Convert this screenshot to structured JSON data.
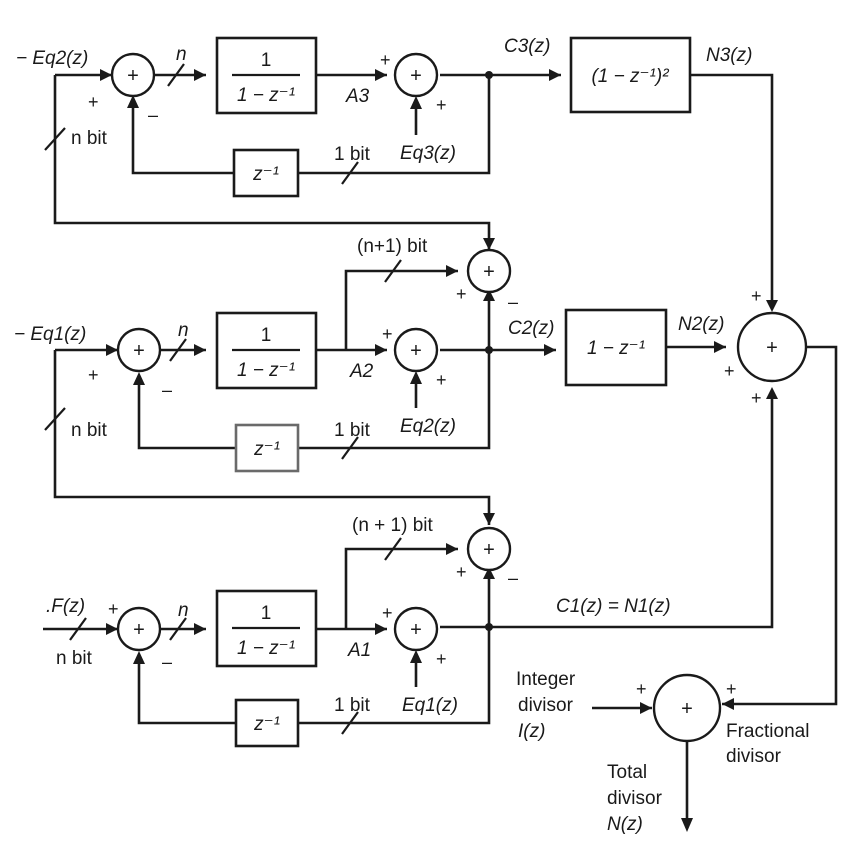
{
  "blocks": {
    "integrator": {
      "numerator": "1",
      "denominator": "1 − z⁻¹"
    },
    "delay": "z⁻¹",
    "diff1": "1 − z⁻¹",
    "diff2": "(1 − z⁻¹)²"
  },
  "summer_symbol": "+",
  "signs": {
    "plus": "+",
    "minus": "–"
  },
  "stage3": {
    "input": "− Eq2(z)",
    "width_label": "n",
    "acc_out": "A3",
    "quant_noise": "Eq3(z)",
    "carry_out": "C3(z)",
    "diff_out": "N3(z)",
    "feedback_bits": "1 bit",
    "input_bits": "n bit"
  },
  "stage2": {
    "input": "− Eq1(z)",
    "width_label": "n",
    "acc_out": "A2",
    "quant_noise": "Eq2(z)",
    "carry_out": "C2(z)",
    "diff_out": "N2(z)",
    "feedback_bits": "1 bit",
    "input_bits": "n bit",
    "error_bits": "(n+1) bit"
  },
  "stage1": {
    "input": ".F(z)",
    "input_bits": "n bit",
    "width_label": "n",
    "acc_out": "A1",
    "quant_noise": "Eq1(z)",
    "carry_out": "C1(z) = N1(z)",
    "feedback_bits": "1 bit",
    "error_bits": "(n + 1) bit"
  },
  "output": {
    "integer_line1": "Integer",
    "integer_line2": "divisor",
    "integer_line3": "I(z)",
    "fractional_line1": "Fractional",
    "fractional_line2": "divisor",
    "total_line1": "Total",
    "total_line2": "divisor",
    "total_line3": "N(z)"
  }
}
